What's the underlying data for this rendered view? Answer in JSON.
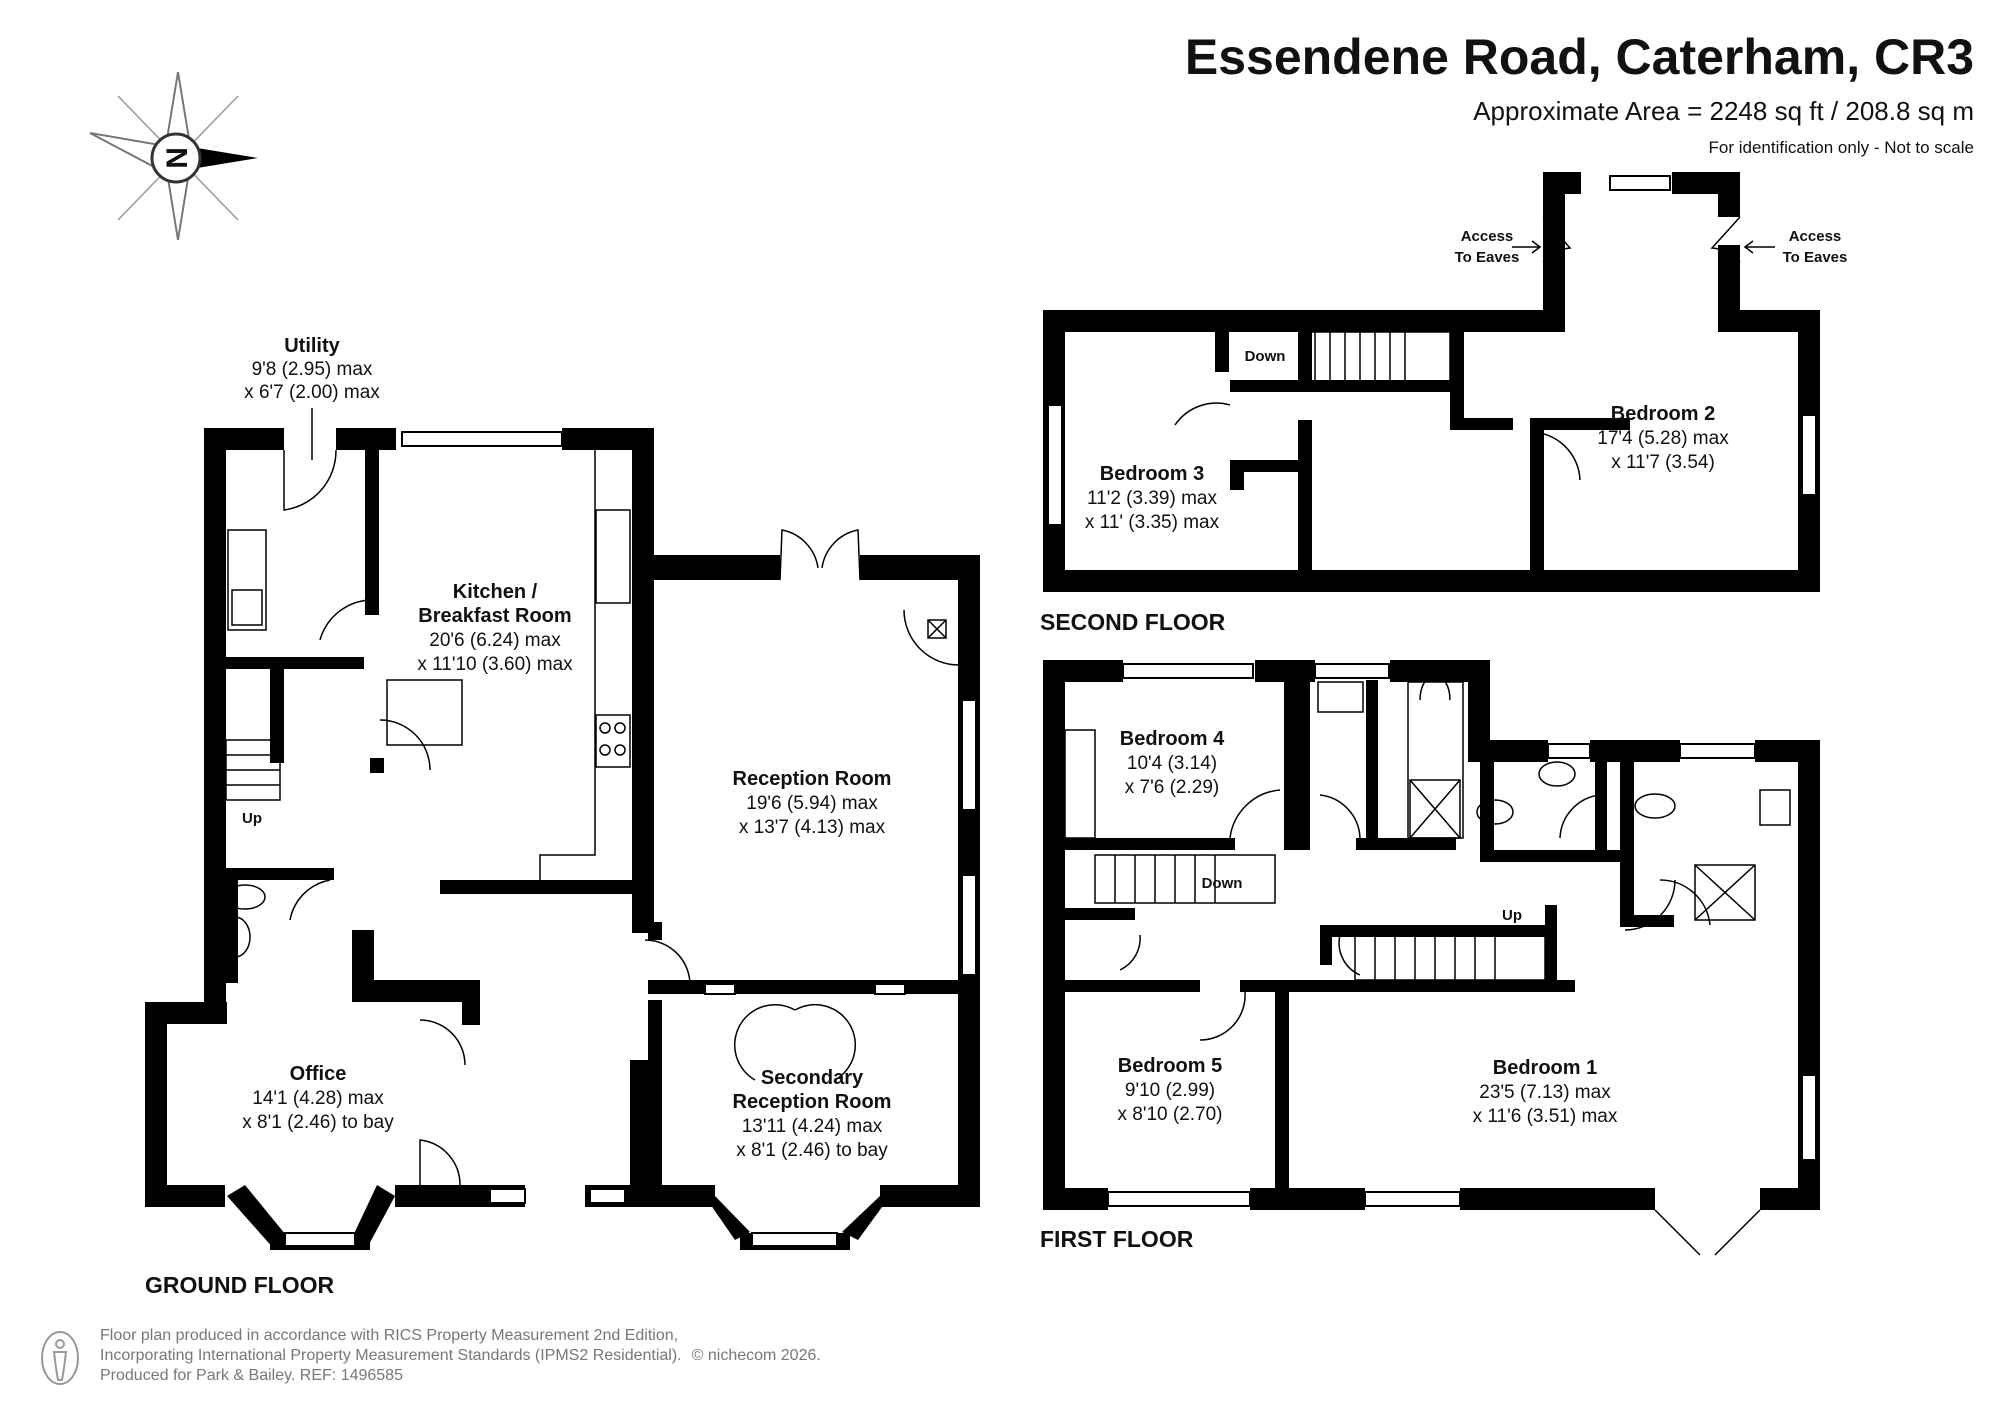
{
  "header": {
    "title": "Essendene Road, Caterham, CR3",
    "area": "Approximate Area = 2248 sq ft / 208.8 sq m",
    "note": "For identification only - Not to scale"
  },
  "compass": {
    "label": "N"
  },
  "floors": {
    "ground": "GROUND FLOOR",
    "first": "FIRST FLOOR",
    "second": "SECOND FLOOR"
  },
  "rooms": {
    "utility": {
      "name": "Utility",
      "dim1": "9'8 (2.95) max",
      "dim2": "x 6'7 (2.00) max"
    },
    "kitchen": {
      "name1": "Kitchen /",
      "name2": "Breakfast Room",
      "dim1": "20'6 (6.24) max",
      "dim2": "x 11'10 (3.60) max"
    },
    "reception": {
      "name": "Reception Room",
      "dim1": "19'6 (5.94) max",
      "dim2": "x 13'7 (4.13) max"
    },
    "office": {
      "name": "Office",
      "dim1": "14'1 (4.28) max",
      "dim2": "x 8'1 (2.46) to bay"
    },
    "secondary": {
      "name1": "Secondary",
      "name2": "Reception Room",
      "dim1": "13'11 (4.24) max",
      "dim2": "x 8'1 (2.46) to bay"
    },
    "bedroom1": {
      "name": "Bedroom 1",
      "dim1": "23'5 (7.13) max",
      "dim2": "x 11'6 (3.51) max"
    },
    "bedroom2": {
      "name": "Bedroom 2",
      "dim1": "17'4 (5.28) max",
      "dim2": "x 11'7 (3.54)"
    },
    "bedroom3": {
      "name": "Bedroom 3",
      "dim1": "11'2 (3.39) max",
      "dim2": "x 11' (3.35) max"
    },
    "bedroom4": {
      "name": "Bedroom 4",
      "dim1": "10'4 (3.14)",
      "dim2": "x 7'6 (2.29)"
    },
    "bedroom5": {
      "name": "Bedroom 5",
      "dim1": "9'10 (2.99)",
      "dim2": "x 8'10 (2.70)"
    }
  },
  "labels": {
    "up_ground": "Up",
    "down_first": "Down",
    "up_first": "Up",
    "down_second": "Down",
    "eaves_left_1": "Access",
    "eaves_left_2": "To Eaves",
    "eaves_right_1": "Access",
    "eaves_right_2": "To Eaves"
  },
  "footer": {
    "line1": "Floor plan produced in accordance with RICS Property Measurement 2nd Edition,",
    "line2": "Incorporating International Property Measurement Standards (IPMS2 Residential).",
    "copyright": "© nichecom 2026.",
    "line3": "Produced for Park & Bailey.   REF:  1496585"
  }
}
